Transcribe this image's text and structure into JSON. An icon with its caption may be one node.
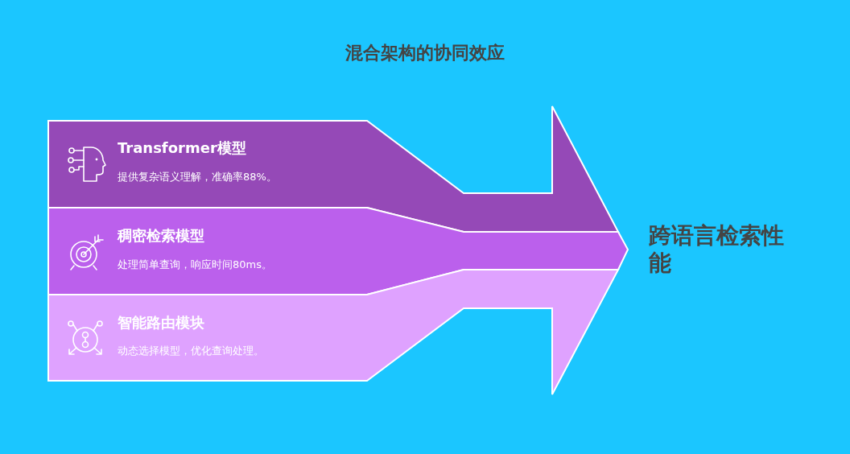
{
  "diagram": {
    "title": "混合架构的协同效应",
    "nodes": [
      {
        "text": [
          "Transformer模型",
          "提供复杂语义理解，准确率88%。"
        ]
      },
      {
        "text": [
          "稠密检索模型",
          "处理简单查询，响应时间80ms。"
        ]
      },
      {
        "text": [
          "智能路由模块",
          "动态选择模型，优化查询处理。"
        ]
      }
    ],
    "labels": [
      "跨语言检索性能"
    ]
  }
}
